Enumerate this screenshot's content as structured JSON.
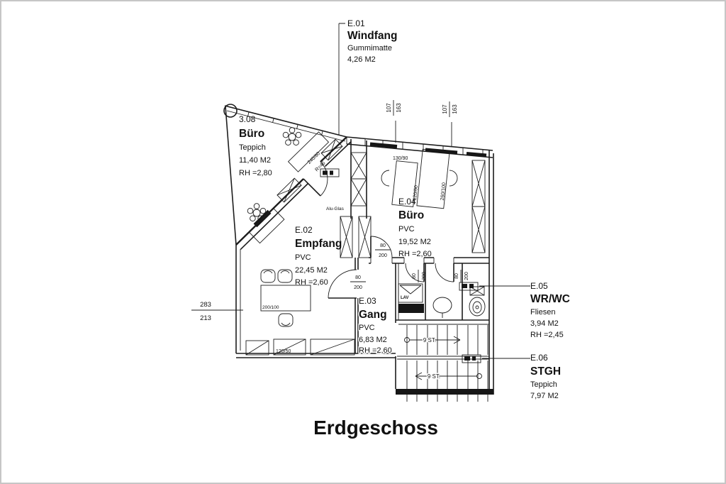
{
  "page": {
    "title": "Erdgeschoss"
  },
  "rooms": {
    "e01": {
      "id": "E.01",
      "name": "Windfang",
      "finish": "Gummimatte",
      "area": "4,26 M2"
    },
    "r308": {
      "id": "3.08",
      "name": "Büro",
      "finish": "Teppich",
      "area": "11,40 M2",
      "height": "RH =2,80"
    },
    "e02": {
      "id": "E.02",
      "name": "Empfang",
      "finish": "PVC",
      "area": "22,45 M2",
      "height": "RH =2,60"
    },
    "e03": {
      "id": "E.03",
      "name": "Gang",
      "finish": "PVC",
      "area": "6,83 M2",
      "height": "RH =2,60"
    },
    "e04": {
      "id": "E.04",
      "name": "Büro",
      "finish": "PVC",
      "area": "19,52 M2",
      "height": "RH =2,60"
    },
    "e05": {
      "id": "E.05",
      "name": "WR/WC",
      "finish": "Fliesen",
      "area": "3,94 M2",
      "height": "RH =2,45"
    },
    "e06": {
      "id": "E.06",
      "name": "STGH",
      "finish": "Teppich",
      "area": "7,97 M2"
    }
  },
  "dimensions": {
    "window_1_num": "107",
    "window_1_den": "163",
    "window_2_num": "107",
    "window_2_den": "163",
    "wall_left_num": "283",
    "wall_left_den": "213",
    "door_width": "80",
    "door_height": "200",
    "desk_308": "240/80",
    "desk_308_radius": "R=46",
    "table_e02": "200/100",
    "sill_e02": "120/50",
    "desk_e04_a": "130/90",
    "desk_e04_b": "120/60",
    "desk_e04_c": "260/100"
  },
  "stairs": {
    "flight_label": "9 ST."
  },
  "annotations": {
    "door_material": "Alu-Glas",
    "sink_label": "LAV"
  }
}
